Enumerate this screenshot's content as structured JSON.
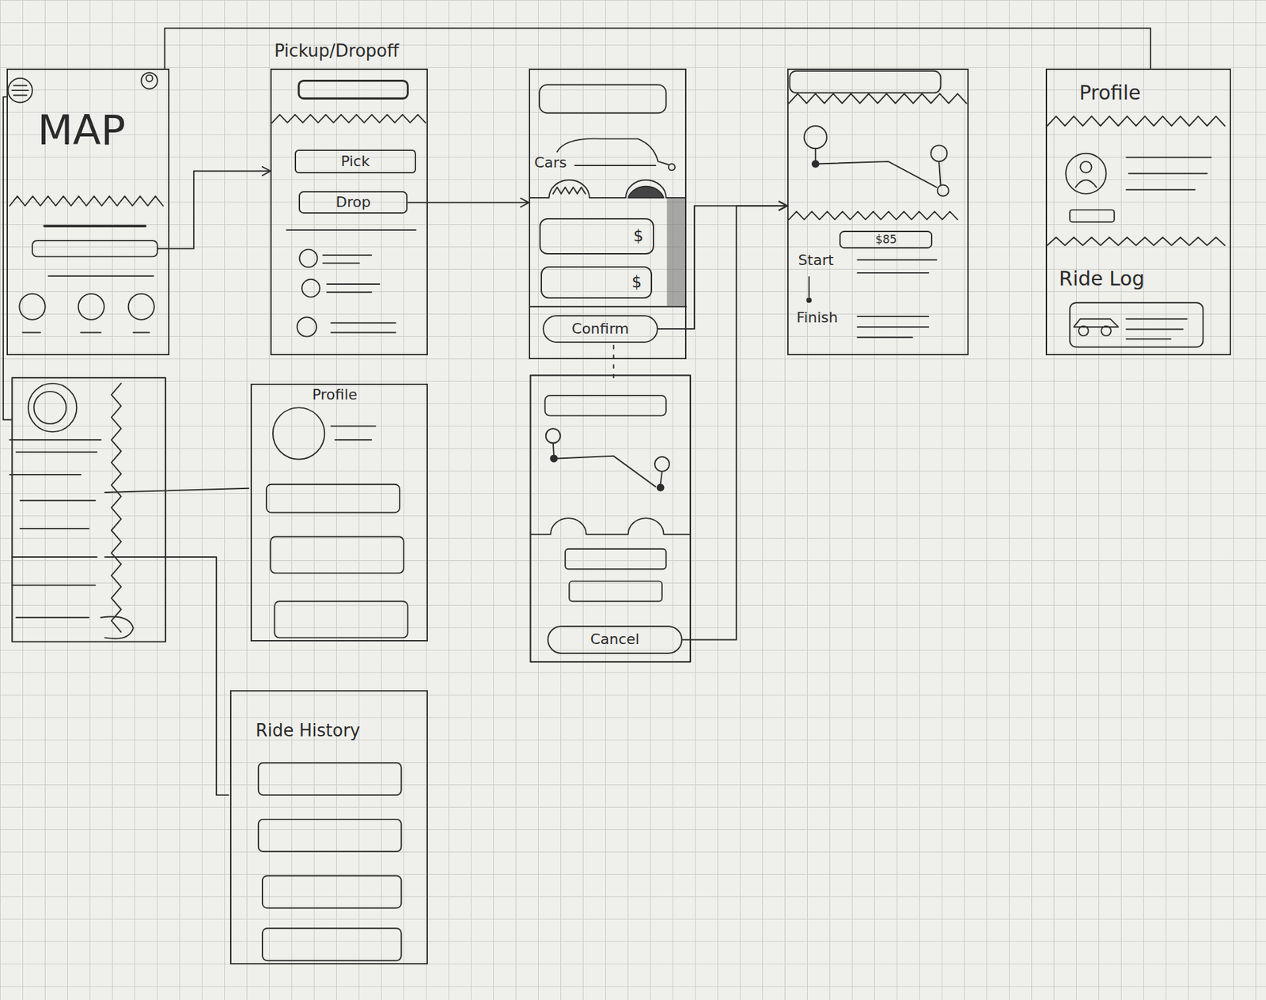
{
  "diagram": {
    "nodes": [
      {
        "text": [
          "MAP"
        ]
      },
      {
        "text": [
          "Pickup/Dropoff"
        ]
      },
      {
        "text": [
          "Pick"
        ],
        "in": 1
      },
      {
        "text": [
          "Drop"
        ],
        "in": 1
      },
      {
        "text": [
          "Cars"
        ]
      },
      {
        "text": [
          "$"
        ],
        "in": 4
      },
      {
        "text": [
          "$"
        ],
        "in": 4
      },
      {
        "text": [
          "Confirm"
        ],
        "in": 4
      },
      {
        "text": [
          "Start",
          "Finish"
        ]
      },
      {
        "text": [
          "$85"
        ],
        "in": 8
      },
      {
        "text": [
          "Profile",
          "Ride Log"
        ]
      },
      {
        "text": [
          "Profile"
        ]
      },
      {
        "text": [
          "Cancel"
        ]
      },
      {
        "text": [
          "Ride History"
        ]
      }
    ],
    "edges": [
      {
        "from": 0,
        "to": 1,
        "arrow": "to"
      },
      {
        "from": 3,
        "to": 4,
        "arrow": "to"
      },
      {
        "from": 7,
        "to": 8,
        "arrow": "to"
      },
      {
        "from": 12,
        "to": 8,
        "arrow": "to"
      },
      {
        "from": 0,
        "to": 10,
        "arrow": "none"
      }
    ]
  }
}
